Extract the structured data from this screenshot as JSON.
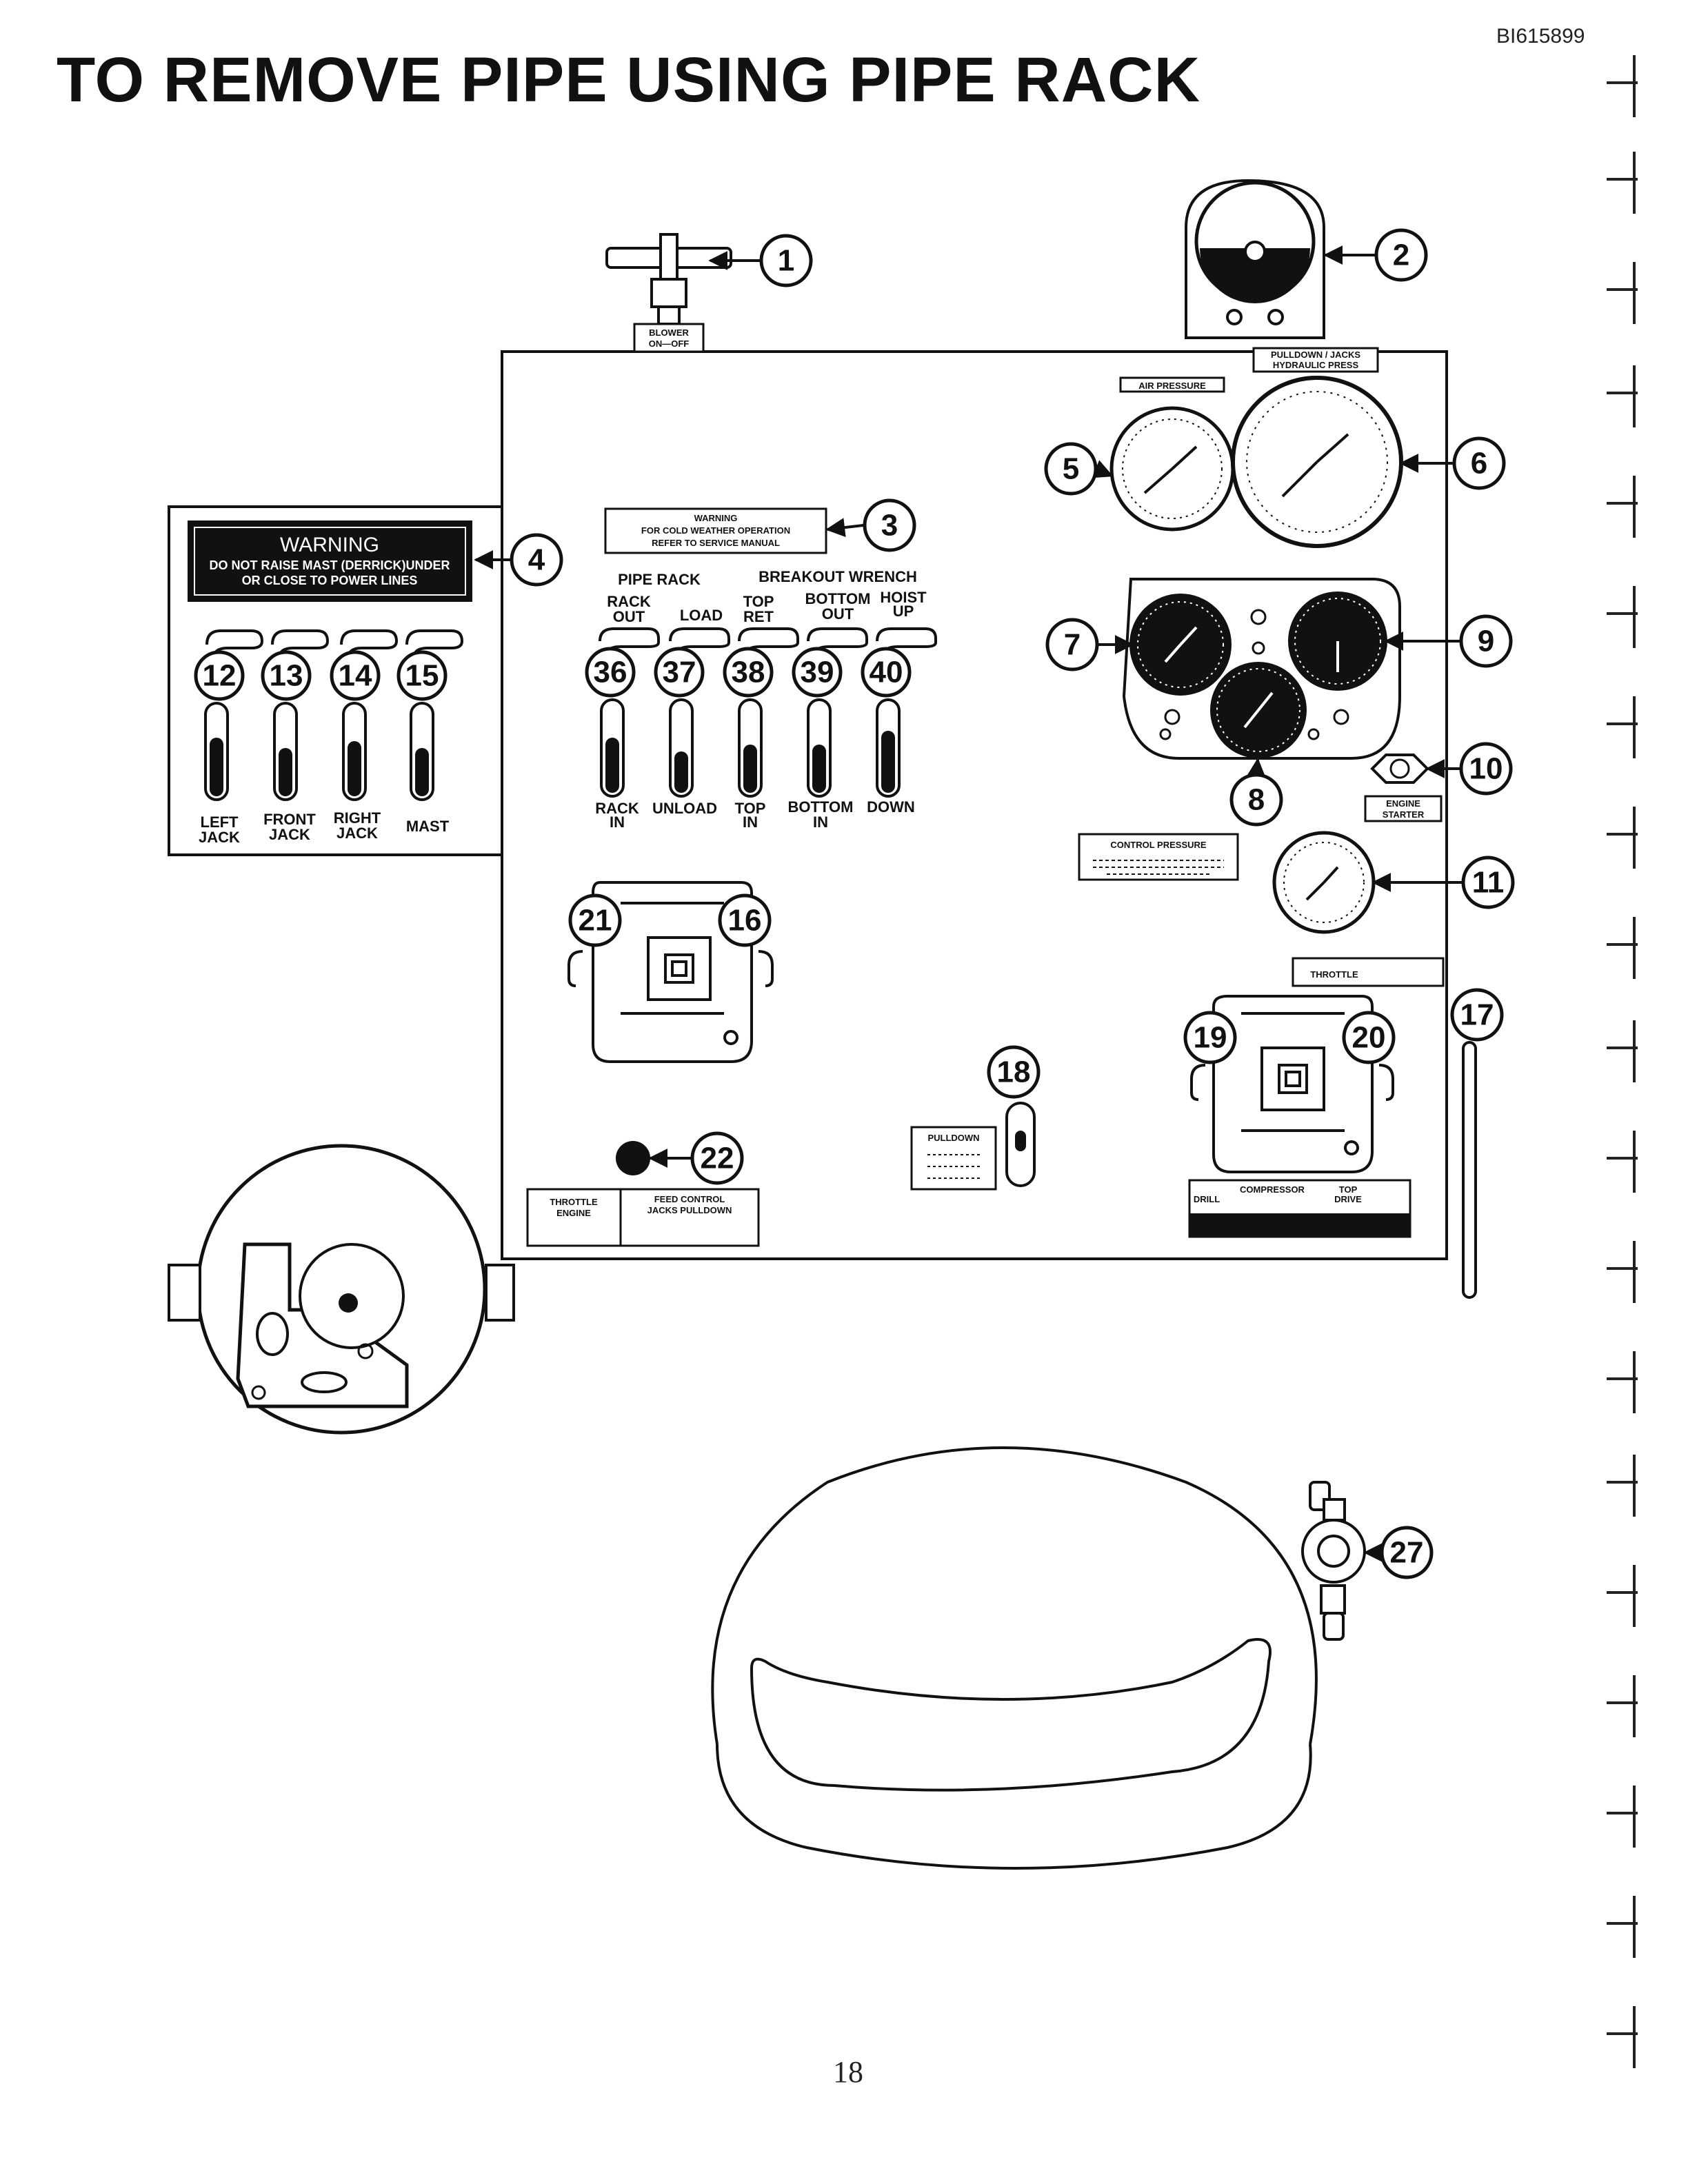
{
  "doc_id": "BI615899",
  "title": "TO REMOVE PIPE USING PIPE RACK",
  "page_number": "18",
  "callouts": [
    "1",
    "2",
    "3",
    "4",
    "5",
    "6",
    "7",
    "8",
    "9",
    "10",
    "11",
    "12",
    "13",
    "14",
    "15",
    "16",
    "17",
    "18",
    "19",
    "20",
    "21",
    "22",
    "27",
    "36",
    "37",
    "38",
    "39",
    "40"
  ],
  "warning_plate": {
    "heading": "WARNING",
    "line1": "DO NOT RAISE MAST (DERRICK)UNDER",
    "line2": "OR CLOSE TO POWER LINES"
  },
  "jack_levers": {
    "labels": [
      [
        "LEFT",
        "JACK"
      ],
      [
        "FRONT",
        "JACK"
      ],
      [
        "RIGHT",
        "JACK"
      ],
      [
        "MAST",
        ""
      ]
    ]
  },
  "pipe_rack_section": {
    "group1": "PIPE RACK",
    "group2": "BREAKOUT WRENCH",
    "top_labels": [
      [
        "RACK",
        "OUT"
      ],
      [
        "LOAD",
        ""
      ],
      [
        "TOP",
        "RET"
      ],
      [
        "BOTTOM",
        "OUT"
      ],
      [
        "HOIST",
        "UP"
      ]
    ],
    "bottom_labels": [
      [
        "RACK",
        "IN"
      ],
      [
        "UNLOAD",
        ""
      ],
      [
        "TOP",
        "IN"
      ],
      [
        "BOTTOM",
        "IN"
      ],
      [
        "DOWN",
        ""
      ]
    ]
  },
  "decal_3": {
    "heading": "WARNING",
    "line1": "FOR COLD WEATHER OPERATION",
    "line2": "REFER TO SERVICE MANUAL"
  },
  "plates": {
    "blower": [
      "BLOWER",
      "ON—OFF"
    ],
    "air_pressure": "AIR PRESSURE",
    "pulldown_jacks": [
      "PULLDOWN / JACKS",
      "HYDRAULIC PRESS"
    ],
    "engine_starter": [
      "ENGINE",
      "STARTER"
    ],
    "control_pressure": "CONTROL PRESSURE",
    "throttle": "THROTTLE",
    "pulldown": "PULLDOWN",
    "throttle_engine": [
      "THROTTLE",
      "ENGINE"
    ],
    "feed_control": [
      "FEED CONTROL",
      "JACKS PULLDOWN"
    ],
    "compressor": "COMPRESSOR",
    "drill": "DRILL",
    "top_drive": [
      "TOP",
      "DRIVE"
    ]
  }
}
